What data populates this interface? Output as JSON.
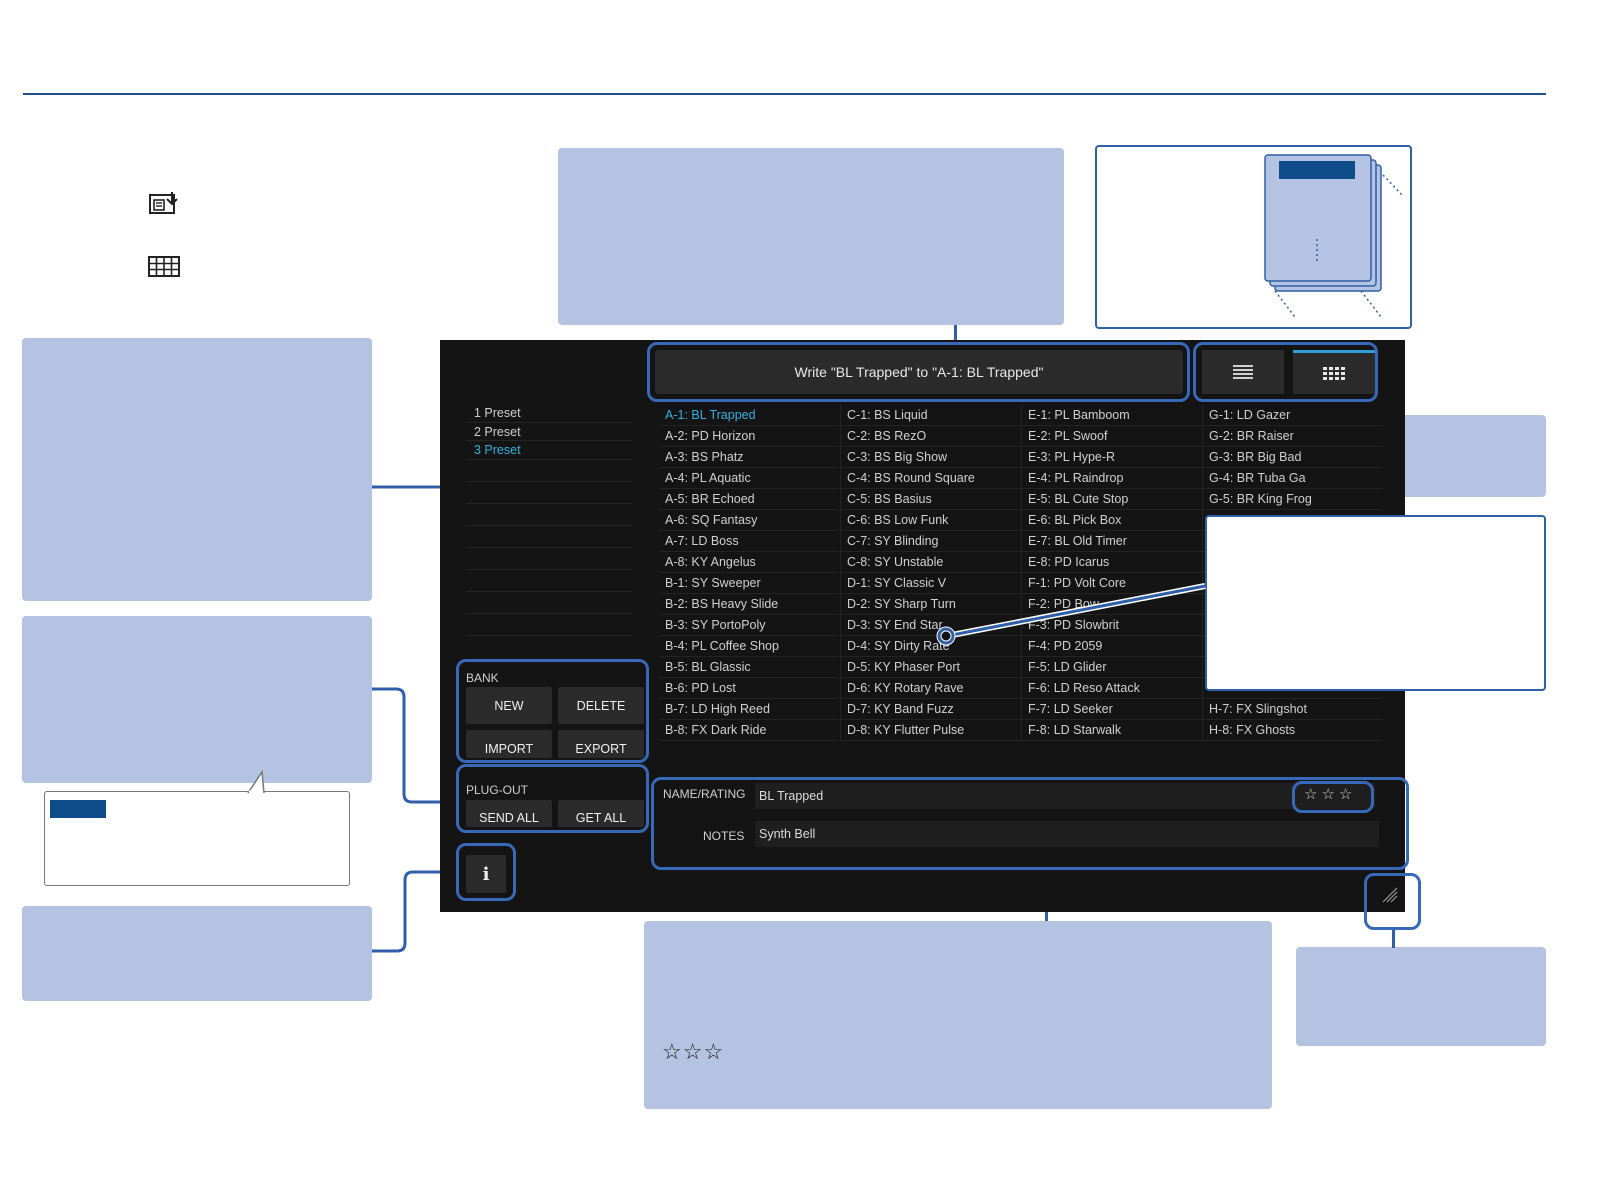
{
  "editor": {
    "write_message": "Write \"BL Trapped\" to \"A-1: BL Trapped\"",
    "banks": [
      {
        "label": "1 Preset",
        "selected": false
      },
      {
        "label": "2 Preset",
        "selected": false
      },
      {
        "label": "3 Preset",
        "selected": true
      }
    ],
    "patch_columns": [
      [
        "A-1: BL Trapped",
        "A-2: PD Horizon",
        "A-3: BS Phatz",
        "A-4: PL Aquatic",
        "A-5: BR Echoed",
        "A-6: SQ Fantasy",
        "A-7: LD Boss",
        "A-8: KY Angelus",
        "B-1: SY Sweeper",
        "B-2: BS Heavy Slide",
        "B-3: SY PortoPoly",
        "B-4: PL Coffee Shop",
        "B-5: BL Glassic",
        "B-6: PD Lost",
        "B-7: LD High Reed",
        "B-8: FX Dark Ride"
      ],
      [
        "C-1: BS Liquid",
        "C-2: BS RezO",
        "C-3: BS Big Show",
        "C-4: BS Round Square",
        "C-5: BS Basius",
        "C-6: BS Low Funk",
        "C-7: SY Blinding",
        "C-8: SY Unstable",
        "D-1: SY Classic V",
        "D-2: SY Sharp Turn",
        "D-3: SY End Star",
        "D-4: SY Dirty Rate",
        "D-5: KY Phaser Port",
        "D-6: KY Rotary Rave",
        "D-7: KY Band Fuzz",
        "D-8: KY Flutter Pulse"
      ],
      [
        "E-1: PL Bamboom",
        "E-2: PL Swoof",
        "E-3: PL Hype-R",
        "E-4: PL Raindrop",
        "E-5: BL Cute Stop",
        "E-6: BL Pick Box",
        "E-7: BL Old Timer",
        "E-8: PD Icarus",
        "F-1: PD Volt Core",
        "F-2: PD Bow",
        "F-3: PD Slowbrit",
        "F-4: PD 2059",
        "F-5: LD Glider",
        "F-6: LD Reso Attack",
        "F-7: LD Seeker",
        "F-8: LD Starwalk"
      ],
      [
        "G-1: LD Gazer",
        "G-2: BR Raiser",
        "G-3: BR Big Bad",
        "G-4: BR Tuba Ga",
        "G-5: BR King Frog",
        "",
        "",
        "",
        "",
        "",
        "",
        "",
        "",
        "",
        "H-7: FX Slingshot",
        "H-8: FX Ghosts"
      ]
    ],
    "bank_panel": {
      "title": "BANK",
      "new": "NEW",
      "delete": "DELETE",
      "import": "IMPORT",
      "export": "EXPORT"
    },
    "plugout_panel": {
      "title": "PLUG-OUT",
      "send_all": "SEND ALL",
      "get_all": "GET ALL"
    },
    "info_label": "i",
    "name_rating_label": "NAME/RATING",
    "name_value": "BL Trapped",
    "notes_label": "NOTES",
    "notes_value": "Synth Bell",
    "rating_stars": "☆☆☆",
    "rating_value": 0,
    "rating_max": 3
  },
  "callouts": {
    "rating_stars": "☆☆☆"
  },
  "colors": {
    "accent": "#35aee0",
    "callout_fill": "#b4c3e1",
    "highlight": "#3868b8",
    "rule": "#1f4e8c"
  }
}
